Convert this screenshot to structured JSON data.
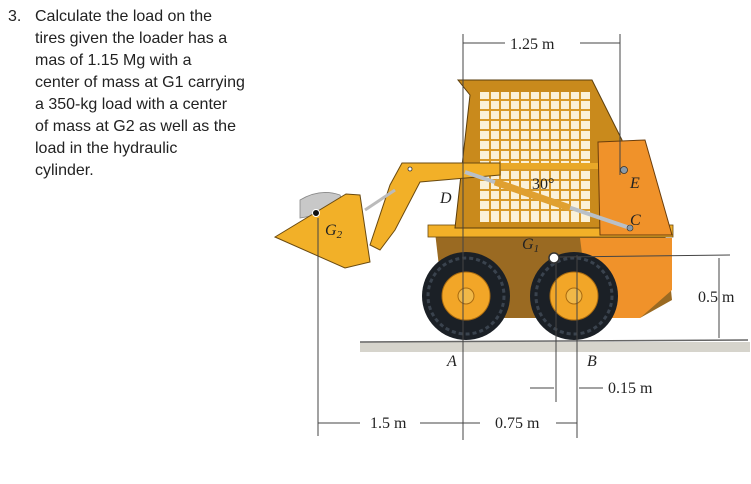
{
  "problem": {
    "number": "3.",
    "text_lines": [
      "Calculate the load on the",
      "tires given the loader has a",
      "mas of 1.15 Mg with a",
      "center of mass at G1 carrying",
      "a 350-kg load with a center",
      "of mass at G2 as well as the",
      "load in the hydraulic",
      "cylinder."
    ]
  },
  "figure": {
    "dimensions": {
      "top": "1.25 m",
      "right_height": "0.5 m",
      "offset": "0.15 m",
      "bottom_left": "1.5 m",
      "bottom_right": "0.75 m"
    },
    "angle": "30°",
    "points": {
      "A": "A",
      "B": "B",
      "C": "C",
      "D": "D",
      "E": "E",
      "G1": "G",
      "G1_sub": "1",
      "G2": "G",
      "G2_sub": "2"
    },
    "colors": {
      "body": "#f0a020",
      "body_dark": "#c7761a",
      "tire": "#1b2026",
      "ground": "#8a8a80",
      "line": "#444444"
    }
  }
}
